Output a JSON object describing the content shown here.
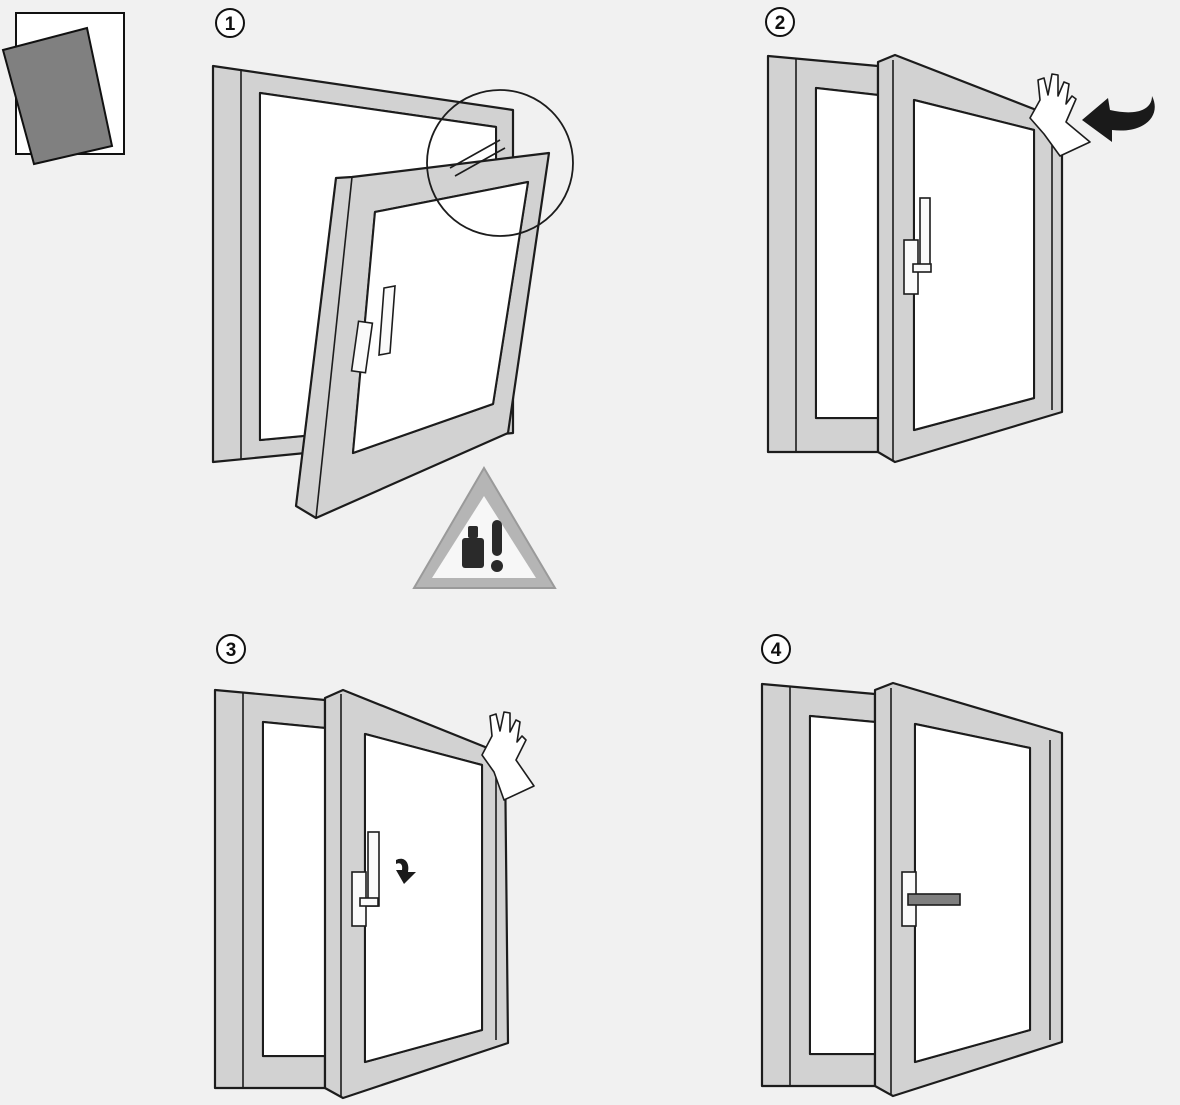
{
  "steps": [
    {
      "number": "1"
    },
    {
      "number": "2"
    },
    {
      "number": "3"
    },
    {
      "number": "4"
    }
  ],
  "colors": {
    "background": "#f1f1f1",
    "frame": "#d2d2d2",
    "outline": "#1c1c1c",
    "glass": "#ffffff",
    "warning_triangle": "#b5b5b5",
    "icon_fill": "#7f7f7f"
  },
  "icons": {
    "orientation": "tilted-rectangle-icon",
    "warning": "weight-warning-icon",
    "direction": "curved-arrow-icon",
    "rotate": "rotate-arrow-icon"
  }
}
